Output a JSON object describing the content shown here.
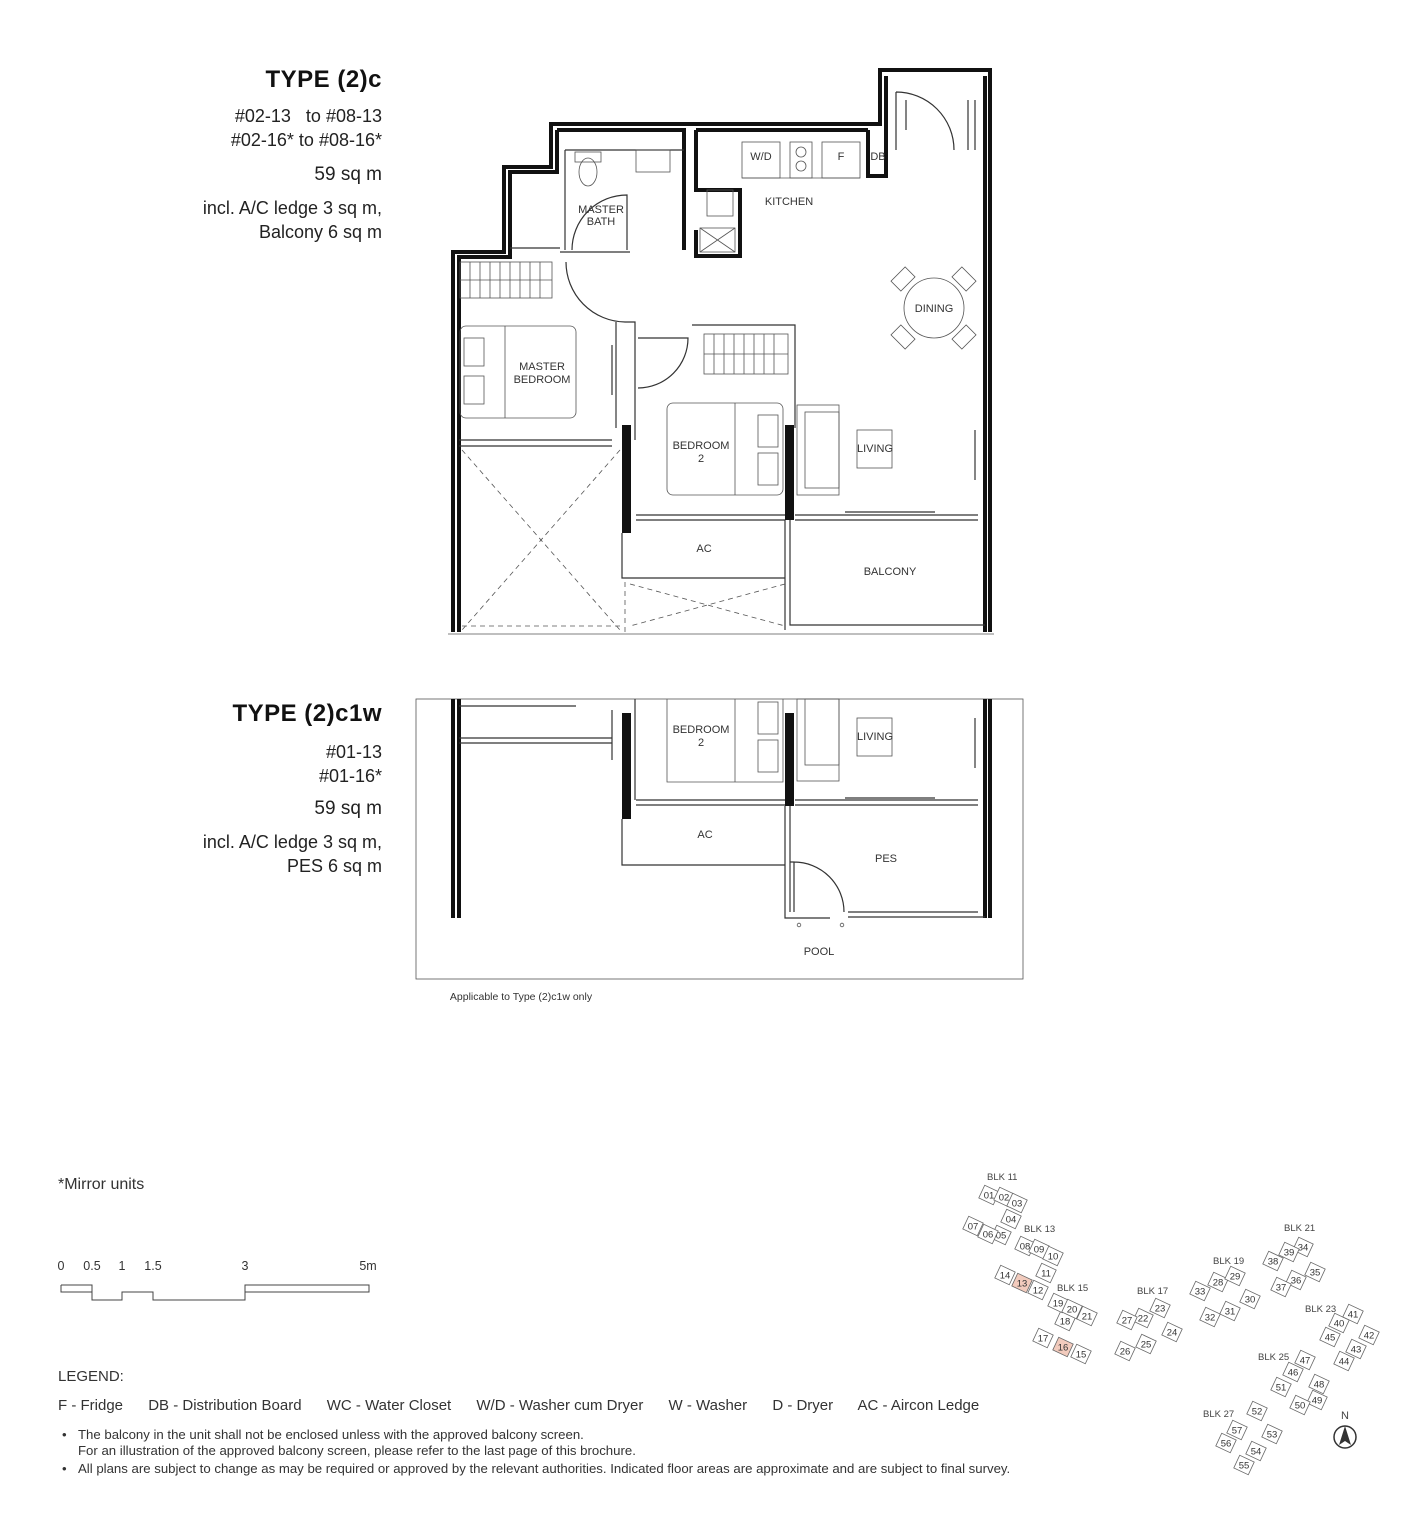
{
  "type_2c": {
    "title": "TYPE (2)c",
    "units": [
      "#02-13   to #08-13",
      "#02-16* to #08-16*"
    ],
    "area": "59 sq m",
    "incl": [
      "incl. A/C ledge 3 sq m,",
      "Balcony 6 sq m"
    ]
  },
  "type_2c1w": {
    "title": "TYPE (2)c1w",
    "units": [
      "#01-13",
      "#01-16*"
    ],
    "area": "59 sq m",
    "incl": [
      "incl. A/C ledge 3 sq m,",
      "PES 6 sq m"
    ]
  },
  "rooms": {
    "master_bath": [
      "MASTER",
      "BATH"
    ],
    "kitchen": "KITCHEN",
    "wd": "W/D",
    "fridge": "F",
    "db": "DB",
    "dining": "DINING",
    "master_bedroom": [
      "MASTER",
      "BEDROOM"
    ],
    "bedroom2": [
      "BEDROOM",
      "2"
    ],
    "living": "LIVING",
    "ac": "AC",
    "balcony": "BALCONY",
    "pes": "PES",
    "pool": "POOL"
  },
  "applicable_note": "Applicable to Type (2)c1w only",
  "mirror_note": "*Mirror units",
  "scale": {
    "ticks": [
      "0",
      "0.5",
      "1",
      "1.5",
      "3",
      "5m"
    ]
  },
  "legend": {
    "title": "LEGEND:",
    "items": [
      "F - Fridge",
      "DB - Distribution Board",
      "WC - Water Closet",
      "W/D - Washer cum Dryer",
      "W - Washer",
      "D - Dryer",
      "AC - Aircon Ledge"
    ],
    "notes": [
      [
        "The balcony in the unit shall not be enclosed unless with the approved balcony screen.",
        "For an illustration of the approved balcony screen, please refer to the last page of this brochure."
      ],
      [
        "All plans are subject to change as may be required or approved by the relevant authorities. Indicated floor areas are approximate and are subject to final survey."
      ]
    ]
  },
  "site_plan": {
    "north": "N",
    "highlight_color": "#f2cbbd",
    "blocks": [
      {
        "name": "BLK 11",
        "units": [
          "01",
          "02",
          "03",
          "04",
          "05",
          "06",
          "07"
        ]
      },
      {
        "name": "BLK 13",
        "units": [
          "08",
          "09",
          "10",
          "11",
          "12",
          "13",
          "14"
        ]
      },
      {
        "name": "BLK 15",
        "units": [
          "15",
          "16",
          "17",
          "18",
          "19",
          "20",
          "21"
        ]
      },
      {
        "name": "BLK 17",
        "units": [
          "22",
          "23",
          "24",
          "25",
          "26",
          "27"
        ]
      },
      {
        "name": "BLK 19",
        "units": [
          "28",
          "29",
          "30",
          "31",
          "32",
          "33"
        ]
      },
      {
        "name": "BLK 21",
        "units": [
          "34",
          "35",
          "36",
          "37",
          "38",
          "39"
        ]
      },
      {
        "name": "BLK 23",
        "units": [
          "40",
          "41",
          "42",
          "43",
          "44",
          "45"
        ]
      },
      {
        "name": "BLK 25",
        "units": [
          "46",
          "47",
          "48",
          "49",
          "50",
          "51"
        ]
      },
      {
        "name": "BLK 27",
        "units": [
          "52",
          "53",
          "54",
          "55",
          "56",
          "57"
        ]
      }
    ],
    "highlighted_units": [
      "13",
      "16"
    ]
  }
}
